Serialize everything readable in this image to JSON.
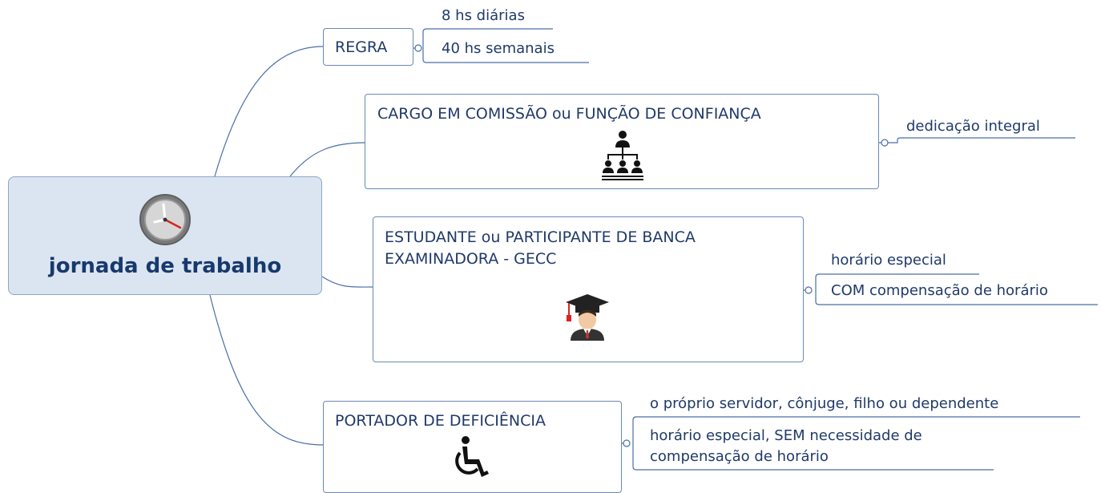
{
  "central": {
    "title": "jornada de trabalho",
    "icon": "clock-icon"
  },
  "topics": {
    "regra": {
      "label": "REGRA",
      "subs": [
        "8 hs diárias",
        "40 hs semanais"
      ]
    },
    "cargo": {
      "label": "CARGO EM COMISSÃO ou FUNÇÃO DE CONFIANÇA",
      "icon": "org-chart-icon",
      "subs": [
        "dedicação integral"
      ]
    },
    "estudante": {
      "label_line1": "ESTUDANTE ou PARTICIPANTE DE BANCA",
      "label_line2": "EXAMINADORA - GECC",
      "icon": "graduate-icon",
      "subs": [
        "horário especial",
        "COM compensação de horário"
      ]
    },
    "portador": {
      "label": "PORTADOR DE DEFICIÊNCIA",
      "icon": "wheelchair-icon",
      "subs": [
        "o próprio servidor, cônjuge, filho ou dependente",
        "horário especial, SEM necessidade de",
        "compensação de horário"
      ]
    }
  },
  "colors": {
    "central_fill": "#dbe5f1",
    "border": "#6b89b5",
    "text": "#1f3a68",
    "line": "#4a6ea9"
  }
}
